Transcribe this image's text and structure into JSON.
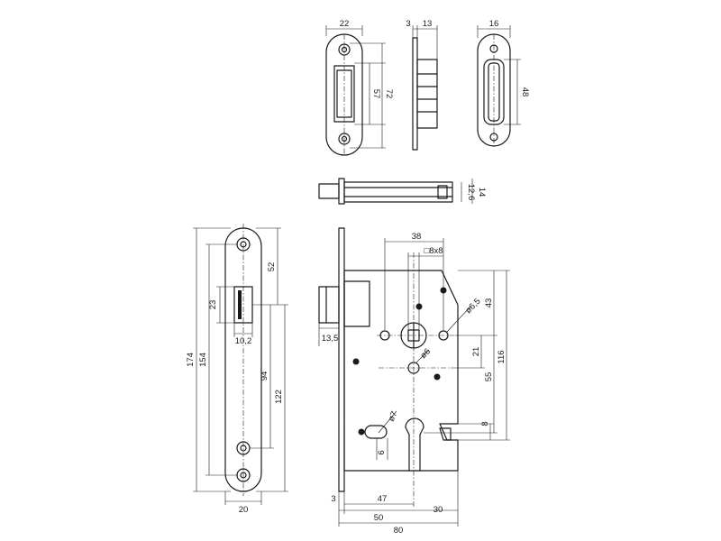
{
  "strike_plate_top": {
    "width": "22",
    "inner_height": "57",
    "outer_height": "72"
  },
  "strike_side": {
    "plate_thickness": "3",
    "depth": "13"
  },
  "cover_plate": {
    "width": "16",
    "height": "48"
  },
  "latch_view": {
    "dim_a": "12,6",
    "dim_b": "14"
  },
  "faceplate": {
    "latch_height": "23",
    "latch_width": "10,2",
    "overall_height": "174",
    "screw_spacing": "154",
    "top_to_latch": "52",
    "latch_to_screw": "94",
    "latch_to_bottom": "122",
    "width": "20"
  },
  "lock_body": {
    "backset": "38",
    "spindle_square": "□8x8",
    "hole_d1": "ø6,5",
    "hole_d2": "ø6",
    "hole_d3": "ø7",
    "dim_43": "43",
    "dim_21": "21",
    "dim_55": "55",
    "dim_116": "116",
    "dim_8": "8",
    "latch_projection": "13,5",
    "dim_6": "6",
    "front_thickness": "3",
    "dim_47": "47",
    "dim_50": "50",
    "dim_30": "30",
    "case_depth": "80"
  }
}
